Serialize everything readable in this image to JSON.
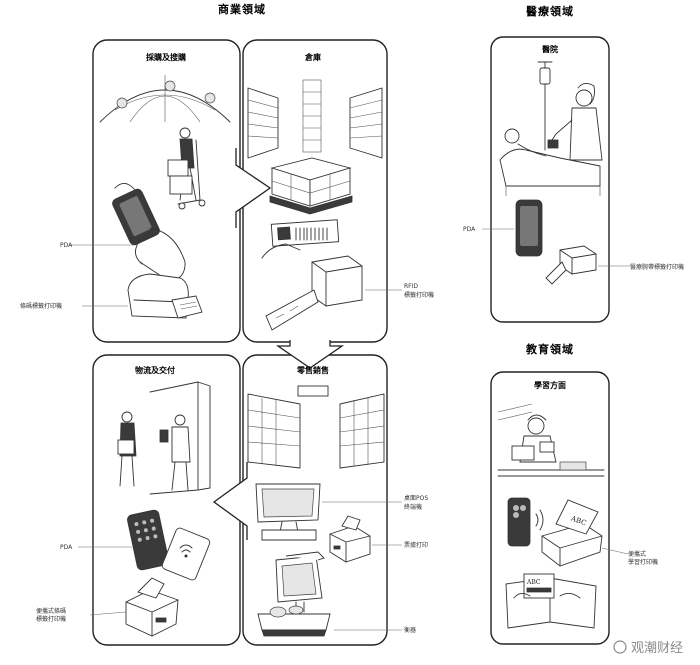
{
  "titles": {
    "commerce": "商業領域",
    "medical": "醫療領域",
    "education": "教育領域"
  },
  "panels": {
    "procurement": "採購及搜購",
    "warehouse": "倉庫",
    "logistics": "物流及交付",
    "retail": "零售銷售",
    "hospital": "醫院",
    "learning": "學習方面"
  },
  "labels": {
    "pda_1": "PDA",
    "barcode_printer": "條碼標籤打印機",
    "rfid": "RFID",
    "rfid_printer": "標籤打印機",
    "pda_2": "PDA",
    "portable_1": "便攜式條碼",
    "portable_2": "標籤打印機",
    "pos_1": "桌面POS",
    "pos_2": "終端機",
    "receipt": "票據打印",
    "scale": "衡器",
    "pda_med": "PDA",
    "wristband": "醫療腕帶標籤打印機",
    "edu_printer_1": "便攜式",
    "edu_printer_2": "學習打印機"
  },
  "illustration_text": {
    "abc_1": "ABC",
    "abc_2": "ABC"
  },
  "watermark": "观潮财经",
  "colors": {
    "ink": "#222222",
    "muted": "#666666",
    "watermark": "#8a8a8a"
  }
}
